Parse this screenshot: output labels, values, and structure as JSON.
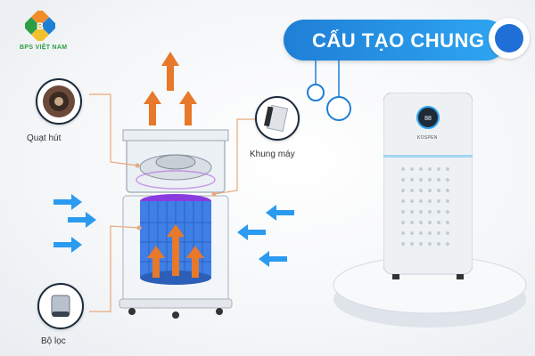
{
  "logo": {
    "text": "BPS VIỆT NAM"
  },
  "banner": {
    "title": "CẤU TẠO CHUNG"
  },
  "labels": {
    "fan": "Quạt hút",
    "frame": "Khung máy",
    "filter": "Bộ lọc"
  },
  "device": {
    "brand": "KOSPEN"
  },
  "colors": {
    "accent": "#1f7fd6",
    "arrow_orange": "#e8782a",
    "arrow_blue": "#2a9bf0",
    "leader_orange": "#e8a87c"
  },
  "icons": {
    "banner": "blue-dot-icon",
    "fan": "fan-icon",
    "frame": "frame-panel-icon",
    "filter": "filter-icon"
  }
}
